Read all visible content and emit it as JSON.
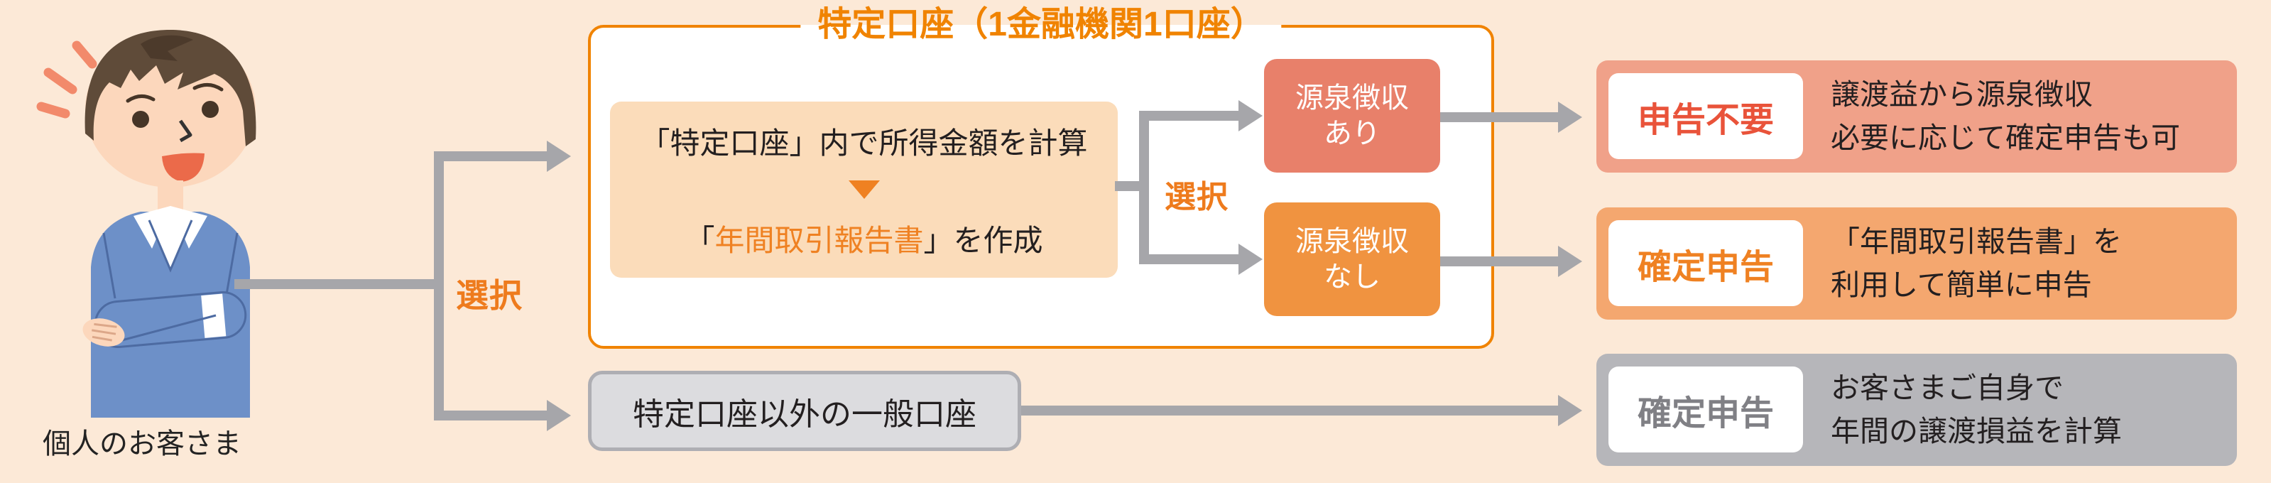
{
  "page": {
    "background": "#fce9d7",
    "accent_orange": "#f08300",
    "line_gray": "#a6a6aa"
  },
  "person": {
    "label": "個人のお客さま",
    "illustration": "man-arms-crossed",
    "emphasis_icon": "notice-dashes"
  },
  "flow": {
    "select_label_primary": "選択",
    "select_label_secondary": "選択",
    "main_box": {
      "title": "特定口座（1金融機関1口座）",
      "process": {
        "line1": "「特定口座」内で所得金額を計算",
        "arrow_icon": "down-triangle",
        "line2_prefix": "「",
        "line2_highlight": "年間取引報告書",
        "line2_suffix": "」を作成"
      },
      "options": [
        {
          "line1": "源泉徴収",
          "line2": "あり",
          "color": "#e8806a"
        },
        {
          "line1": "源泉徴収",
          "line2": "なし",
          "color": "#f09340"
        }
      ]
    },
    "general_account": {
      "label": "特定口座以外の一般口座"
    }
  },
  "results": [
    {
      "badge": "申告不要",
      "badge_color": "#e9533a",
      "background": "#f0a189",
      "line1": "譲渡益から源泉徴収",
      "line2": "必要に応じて確定申告も可"
    },
    {
      "badge": "確定申告",
      "badge_color": "#ef8122",
      "background": "#f4a76f",
      "line1": "「年間取引報告書」を",
      "line2": "利用して簡単に申告"
    },
    {
      "badge": "確定申告",
      "badge_color": "#808085",
      "background": "#b6b6ba",
      "line1": "お客さまご自身で",
      "line2": "年間の譲渡損益を計算"
    }
  ]
}
